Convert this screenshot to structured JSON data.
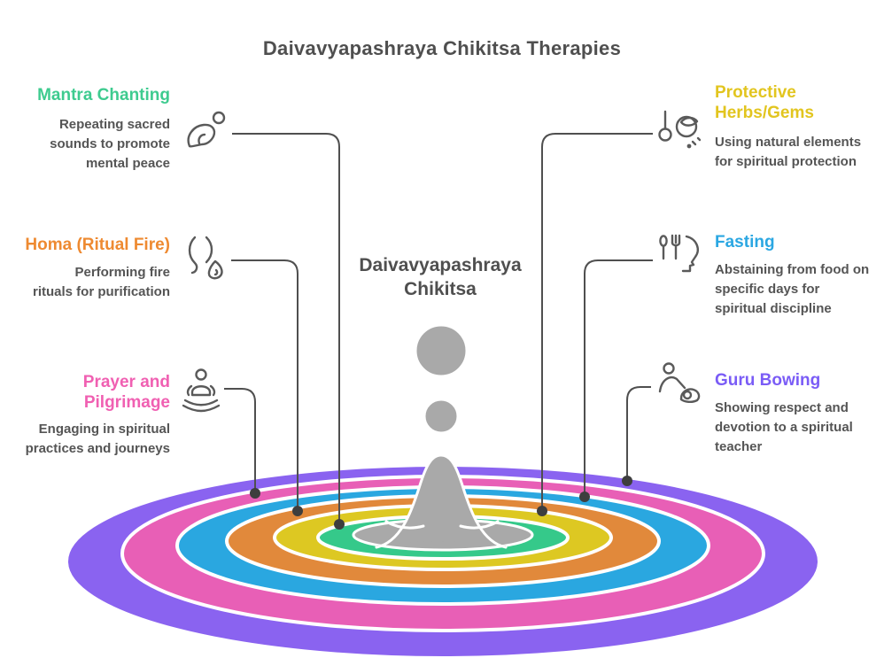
{
  "title": "Daivavyapashraya Chikitsa Therapies",
  "center": {
    "label": "Daivavyapashraya Chikitsa"
  },
  "items": [
    {
      "id": "mantra-chanting",
      "title": "Mantra Chanting",
      "description": "Repeating sacred sounds to promote mental peace",
      "color": "#3ECB8F",
      "icon": "prostrating-person-icon",
      "side": "left"
    },
    {
      "id": "homa-ritual-fire",
      "title": "Homa (Ritual Fire)",
      "description": "Performing fire rituals for purification",
      "color": "#EE8A31",
      "icon": "ritual-fire-icon",
      "side": "left"
    },
    {
      "id": "prayer-and-pilgrimage",
      "title": "Prayer and Pilgrimage",
      "description": "Engaging in spiritual practices and journeys",
      "color": "#F060B2",
      "icon": "meditating-person-icon",
      "side": "left"
    },
    {
      "id": "protective-herbs-gems",
      "title": "Protective Herbs/Gems",
      "description": "Using natural elements for spiritual protection",
      "color": "#E2C51F",
      "icon": "pendulum-herb-icon",
      "side": "right"
    },
    {
      "id": "fasting",
      "title": "Fasting",
      "description": "Abstaining from food on specific days for spiritual discipline",
      "color": "#2BA7E2",
      "icon": "cutlery-head-icon",
      "side": "right"
    },
    {
      "id": "guru-bowing",
      "title": "Guru Bowing",
      "description": "Showing respect and devotion to a spiritual teacher",
      "color": "#7A5CF6",
      "icon": "bowing-person-icon",
      "side": "right"
    }
  ],
  "ripple": {
    "rings": [
      {
        "name": "purple-ring",
        "color": "#8A63F0"
      },
      {
        "name": "pink-ring",
        "color": "#E85FB6"
      },
      {
        "name": "blue-ring",
        "color": "#2AA7E0"
      },
      {
        "name": "orange-ring",
        "color": "#E1893B"
      },
      {
        "name": "yellow-ring",
        "color": "#DDC822"
      },
      {
        "name": "green-ring",
        "color": "#35C98A"
      },
      {
        "name": "center-pool",
        "color": "#A9A9A9"
      }
    ],
    "droplet_color": "#A9A9A9"
  }
}
